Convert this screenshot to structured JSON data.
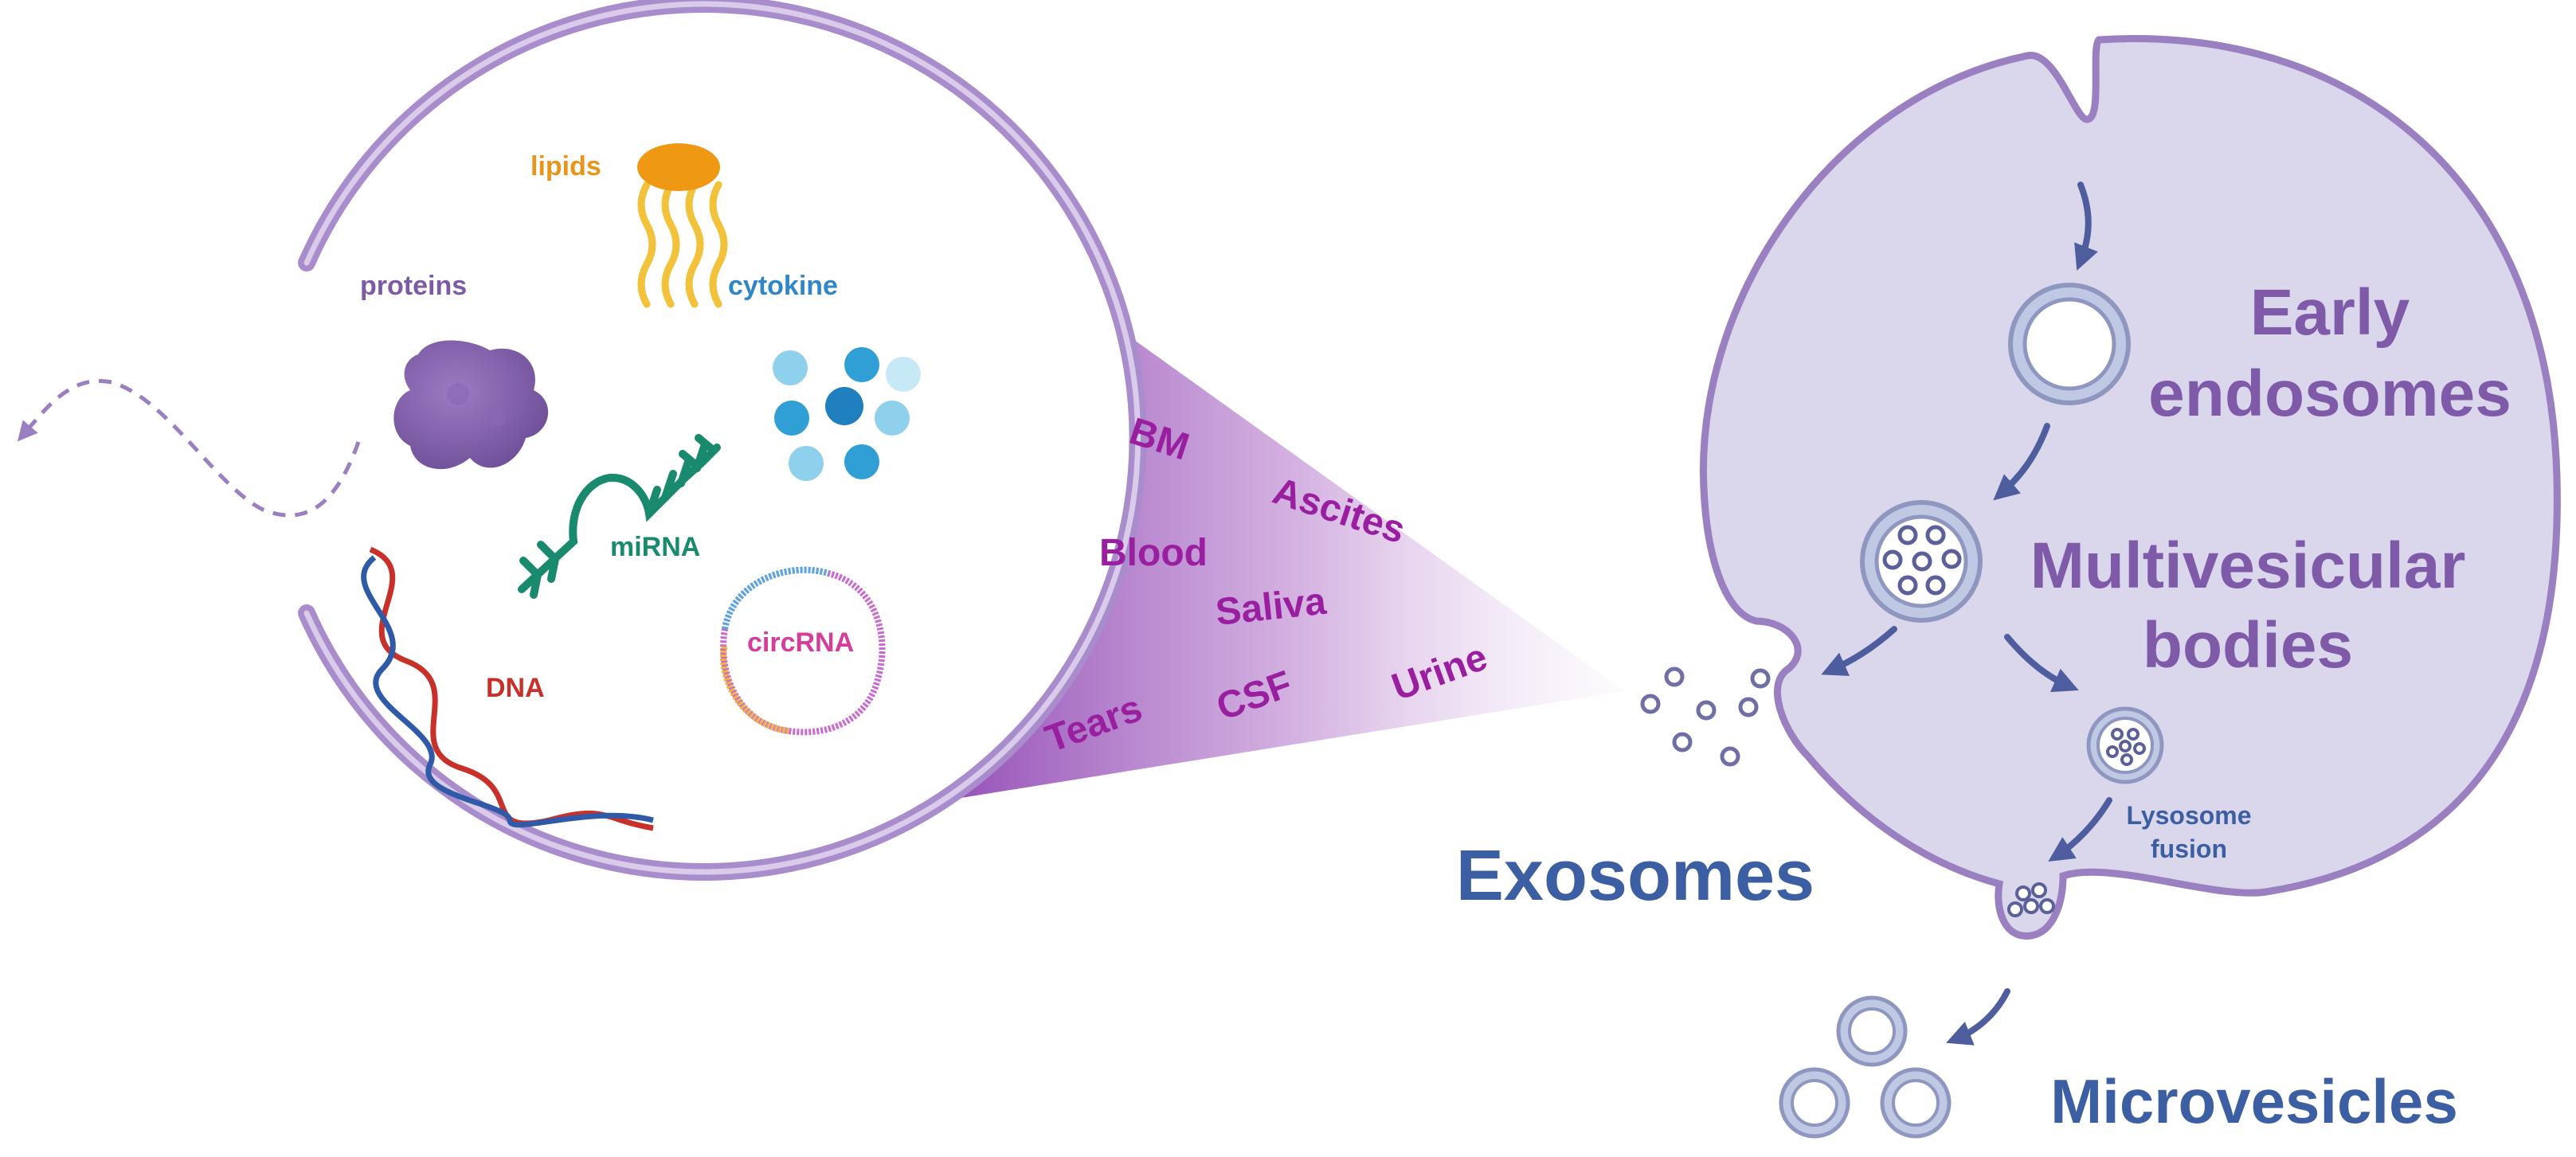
{
  "colors": {
    "cell_fill": "#dad7ec",
    "cell_stroke": "#9a7fc1",
    "vesicle_stroke": "#6f6fa6",
    "arrow": "#4d5d9e",
    "title_blue": "#3c5fa3",
    "endo_purple": "#7e5aa8",
    "fluid_magenta": "#9a1fa0",
    "lipids_orange": "#e8951a",
    "proteins_purple": "#7d5aa5",
    "cytokine_blue": "#2f86c9",
    "mirna_green": "#1a8a6e",
    "dna_red": "#c8302a",
    "circrna_pink": "#d43d9a"
  },
  "cargo": {
    "lipids": "lipids",
    "proteins": "proteins",
    "cytokine": "cytokine",
    "mirna": "miRNA",
    "dna": "DNA",
    "circrna": "circRNA"
  },
  "fluids": {
    "bm": "BM",
    "ascites": "Ascites",
    "blood": "Blood",
    "saliva": "Saliva",
    "tears": "Tears",
    "csf": "CSF",
    "urine": "Urine"
  },
  "cell": {
    "early_line1": "Early",
    "early_line2": "endosomes",
    "mvb_line1": "Multivesicular",
    "mvb_line2": "bodies",
    "lysosome_line1": "Lysosome",
    "lysosome_line2": "fusion"
  },
  "labels": {
    "exosomes": "Exosomes",
    "microvesicles": "Microvesicles"
  }
}
